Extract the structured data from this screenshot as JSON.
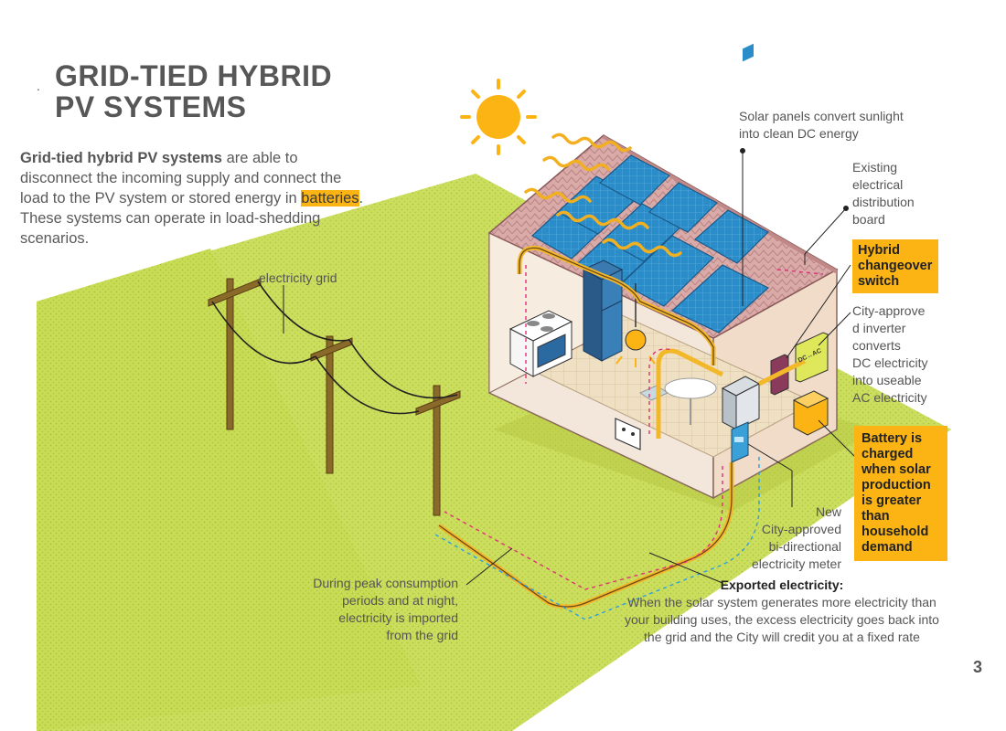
{
  "title_marker": ".",
  "title": {
    "line1": "GRID-TIED HYBRID",
    "line2": "PV SYSTEMS"
  },
  "intro": {
    "bold": "Grid-tied hybrid PV systems",
    "text1": " are able to disconnect the incoming supply and connect the load to the PV system or stored energy in ",
    "highlight": "batteries",
    "text2": ". These systems can operate in load-shedding scenarios."
  },
  "labels": {
    "grid": "electricity grid",
    "solar_panels": [
      "Solar panels convert sunlight",
      "into clean DC energy"
    ],
    "distribution_board": [
      "Existing",
      "electrical",
      "distribution",
      "board"
    ],
    "changeover": [
      "Hybrid",
      "changeover",
      "switch"
    ],
    "inverter": [
      "City-approve",
      "d inverter",
      "converts",
      "DC electricity",
      "into useable",
      "AC electricity"
    ],
    "battery": [
      "Battery is",
      "charged",
      "when solar",
      "production",
      "is greater",
      "than",
      "household",
      "demand"
    ],
    "meter": [
      "New",
      "City-approved",
      "bi-directional",
      "electricity meter"
    ],
    "peak": [
      "During peak consumption",
      "periods and at night,",
      "electricity is imported",
      "from the grid"
    ],
    "exported_title": "Exported electricity:",
    "exported_body": [
      "When the solar system generates more electricity than",
      "your building uses, the excess electricity goes back into",
      "the grid and the City will credit you at a fixed rate"
    ],
    "inverter_tag": "DC↔AC"
  },
  "page_number": "3",
  "colors": {
    "accent": "#fbb414",
    "grass": "#c8dc50",
    "roof": "#d8a8a8",
    "panel": "#2a8cc8",
    "wall": "#f0e4d8",
    "wire": "#6b4a1a",
    "import_arrow": "#2aa0e0",
    "export_arrow": "#e0307a",
    "sun": "#fbb414"
  }
}
